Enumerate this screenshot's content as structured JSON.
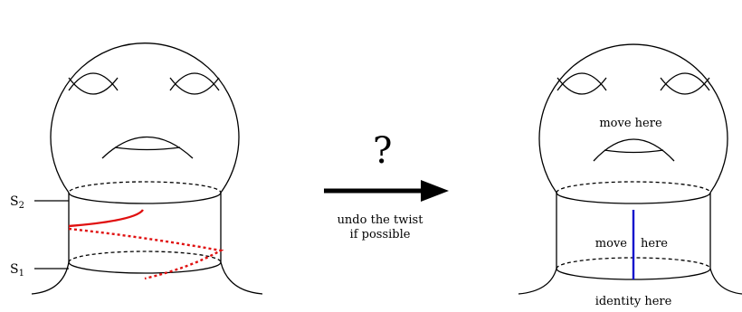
{
  "left_figure": {
    "label_s2": "S",
    "label_s2_sub": "2",
    "label_s1": "S",
    "label_s1_sub": "1"
  },
  "middle": {
    "question_mark": "?",
    "caption_line1": "undo the twist",
    "caption_line2": "if possible"
  },
  "right_figure": {
    "label_head": "move here",
    "label_neck_left": "move",
    "label_neck_right": "here",
    "label_bottom": "identity here"
  },
  "colors": {
    "twist_curve": "#e01010",
    "vertical_line": "#1010cc",
    "outline": "#000000"
  }
}
